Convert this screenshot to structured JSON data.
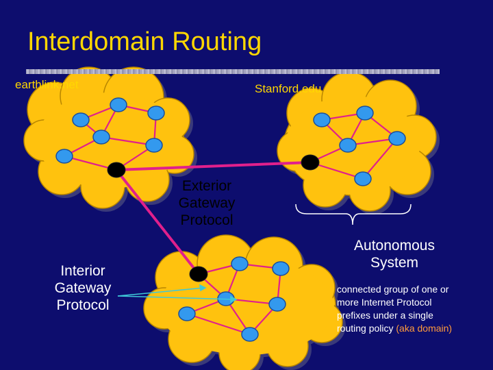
{
  "title": "Interdomain Routing",
  "labels": {
    "earthlink": "earthlink.net",
    "stanford": "Stanford.edu",
    "egp": [
      "Exterior",
      "Gateway",
      "Protocol"
    ],
    "igp": [
      "Interior",
      "Gateway",
      "Protocol"
    ],
    "as": [
      "Autonomous",
      "System"
    ],
    "definition_lines": [
      "connected group of one or",
      "more Internet Protocol",
      "prefixes under a single"
    ],
    "definition_last_prefix": "routing policy ",
    "definition_aka": "(aka domain)"
  },
  "colors": {
    "background": "#0d0d6e",
    "cloud": "#ffc20e",
    "router": "#3399ee",
    "gateway": "#000000",
    "link": "#e0208c",
    "title": "#ffd700",
    "arrow": "#3ec8d8",
    "aka": "#ff9a3c"
  },
  "nodes": [
    {
      "id": "earthlink",
      "type": "autonomous-system",
      "label": "earthlink.net"
    },
    {
      "id": "stanford",
      "type": "autonomous-system",
      "label": "Stanford.edu"
    },
    {
      "id": "unnamed-as",
      "type": "autonomous-system",
      "label": ""
    }
  ],
  "edges": [
    {
      "from": "earthlink",
      "to": "stanford",
      "label": "Exterior Gateway Protocol"
    },
    {
      "from": "earthlink",
      "to": "unnamed-as",
      "label": "Exterior Gateway Protocol"
    }
  ]
}
